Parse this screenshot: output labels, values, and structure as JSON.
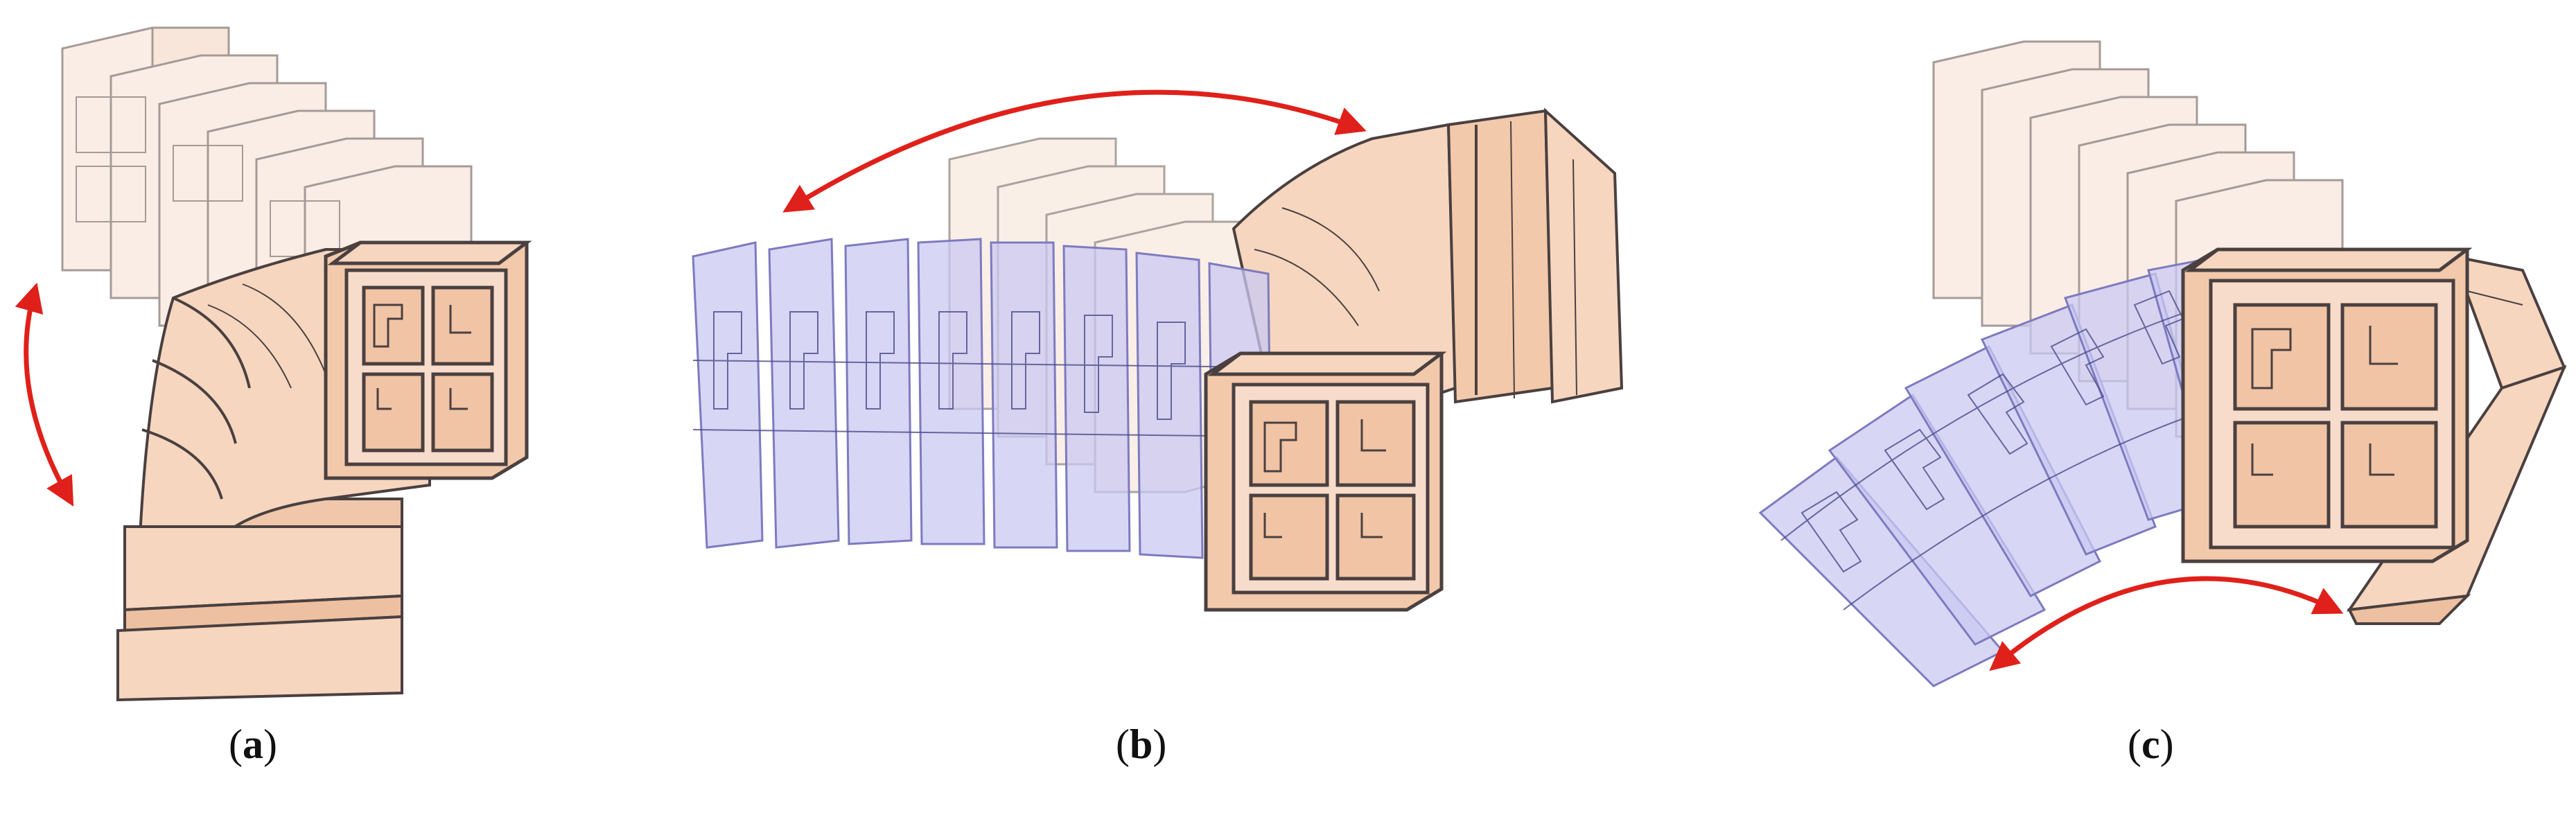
{
  "captions": {
    "a": {
      "open": "(",
      "letter": "a",
      "close": ")"
    },
    "b": {
      "open": "(",
      "letter": "b",
      "close": ")"
    },
    "c": {
      "open": "(",
      "letter": "c",
      "close": ")"
    }
  },
  "colors": {
    "peach_fill": "#f6d6bf",
    "peach_face": "#f3c9ab",
    "lavender_fill": "#c9c8f2",
    "lavender_edge": "#7d7bbf",
    "edge": "#4a4040",
    "arrow": "#e0201a",
    "background": "#ffffff"
  },
  "panels": [
    {
      "id": "a",
      "description_key": "module-bent-down"
    },
    {
      "id": "b",
      "description_key": "module-bent-sideways"
    },
    {
      "id": "c",
      "description_key": "module-bent-diagonal"
    }
  ]
}
